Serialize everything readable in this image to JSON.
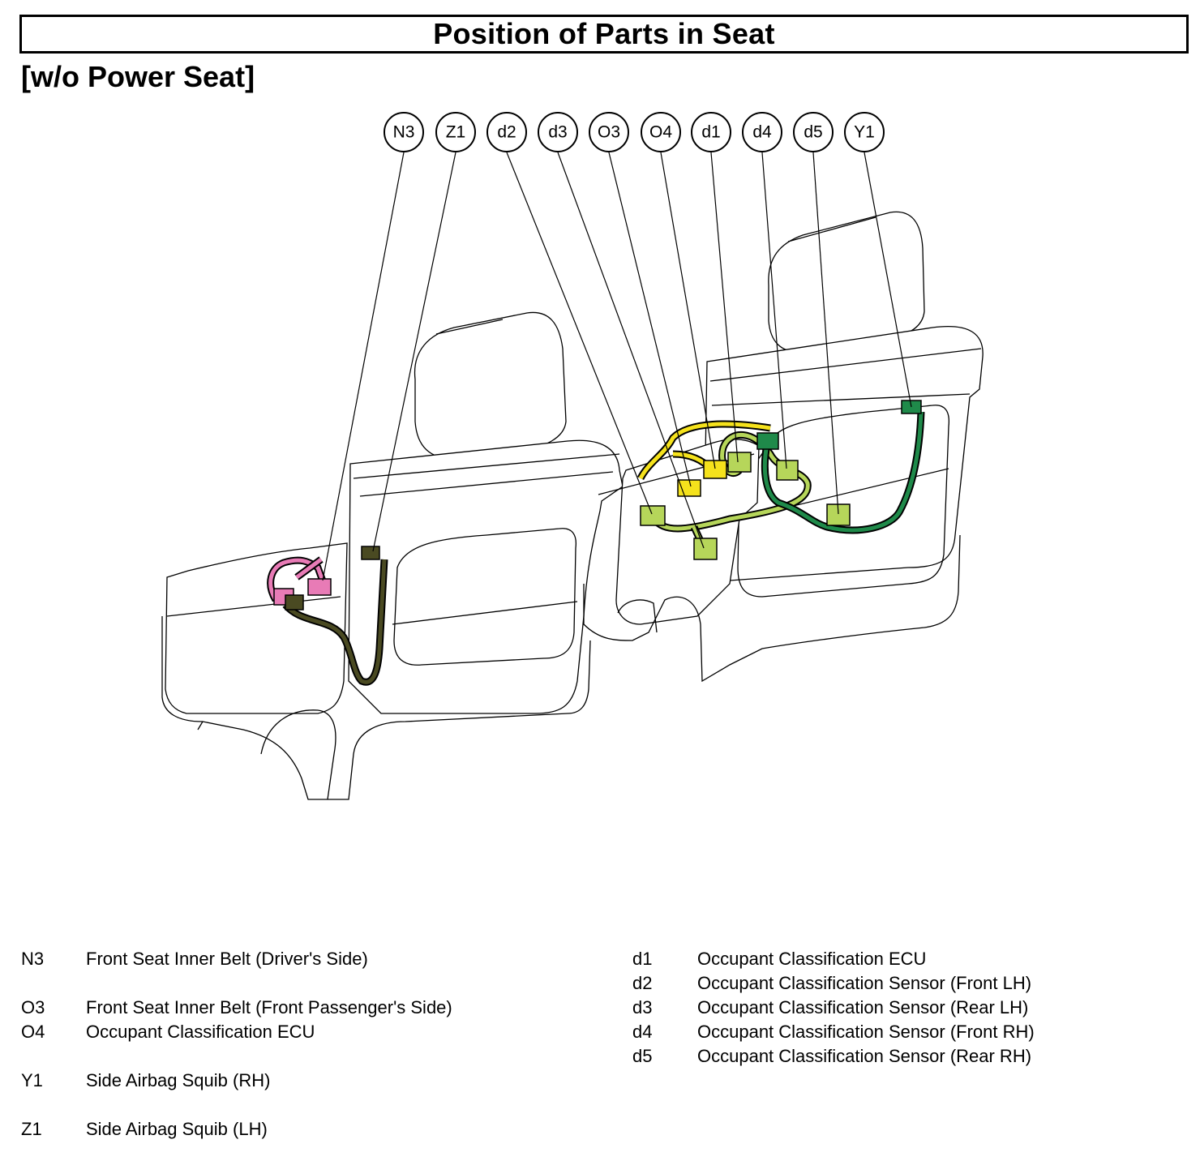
{
  "header": {
    "title": "Position of Parts in Seat",
    "subtitle": "[w/o Power Seat]"
  },
  "callouts": [
    "N3",
    "Z1",
    "d2",
    "d3",
    "O3",
    "O4",
    "d1",
    "d4",
    "d5",
    "Y1"
  ],
  "colors": {
    "pink_connector": "#e87bb6",
    "yellow_connector": "#f5e21c",
    "light_green_connector": "#b6d65a",
    "dark_green_connector": "#1f8a4a",
    "harness_dark": "#4a4a22"
  },
  "legend": {
    "left": [
      {
        "code": "N3",
        "desc": "Front Seat Inner Belt (Driver's Side)"
      },
      {
        "code": "O3",
        "desc": "Front Seat Inner Belt (Front Passenger's Side)"
      },
      {
        "code": "O4",
        "desc": "Occupant Classification ECU"
      },
      {
        "code": "Y1",
        "desc": "Side Airbag Squib (RH)"
      },
      {
        "code": "Z1",
        "desc": "Side Airbag Squib (LH)"
      }
    ],
    "right": [
      {
        "code": "d1",
        "desc": "Occupant Classification ECU"
      },
      {
        "code": "d2",
        "desc": "Occupant Classification Sensor (Front LH)"
      },
      {
        "code": "d3",
        "desc": "Occupant Classification Sensor (Rear LH)"
      },
      {
        "code": "d4",
        "desc": "Occupant Classification Sensor (Front RH)"
      },
      {
        "code": "d5",
        "desc": "Occupant Classification Sensor (Rear RH)"
      }
    ]
  }
}
